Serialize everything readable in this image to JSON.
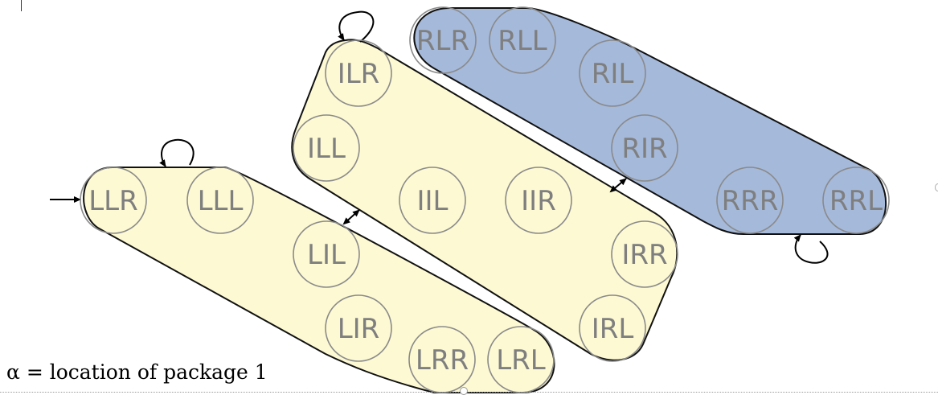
{
  "caption": "α = location of package 1",
  "colors": {
    "yellow_region": "#fdf9d3",
    "blue_region": "#a5b9da",
    "node_text": "#7f7f7f"
  },
  "nodes": [
    {
      "id": "LLR",
      "label": "LLR"
    },
    {
      "id": "LLL",
      "label": "LLL"
    },
    {
      "id": "LIL",
      "label": "LIL"
    },
    {
      "id": "LIR",
      "label": "LIR"
    },
    {
      "id": "LRR",
      "label": "LRR"
    },
    {
      "id": "LRL",
      "label": "LRL"
    },
    {
      "id": "ILR",
      "label": "ILR"
    },
    {
      "id": "ILL",
      "label": "ILL"
    },
    {
      "id": "IIL",
      "label": "IIL"
    },
    {
      "id": "IIR",
      "label": "IIR"
    },
    {
      "id": "IRR",
      "label": "IRR"
    },
    {
      "id": "IRL",
      "label": "IRL"
    },
    {
      "id": "RLR",
      "label": "RLR"
    },
    {
      "id": "RLL",
      "label": "RLL"
    },
    {
      "id": "RIL",
      "label": "RIL"
    },
    {
      "id": "RIR",
      "label": "RIR"
    },
    {
      "id": "RRR",
      "label": "RRR"
    },
    {
      "id": "RRL",
      "label": "RRL"
    }
  ]
}
